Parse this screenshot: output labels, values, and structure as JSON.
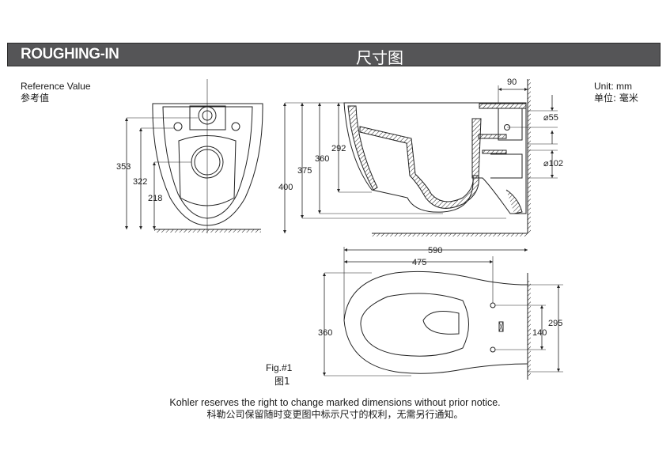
{
  "header": {
    "title": "ROUGHING-IN",
    "title_cn": "尺寸图",
    "background": "#555557"
  },
  "labels": {
    "reference_value": "Reference Value",
    "reference_value_cn": "参考值",
    "unit": "Unit: mm",
    "unit_cn": "单位: 毫米"
  },
  "front_view": {
    "dimensions": {
      "d353": "353",
      "d322": "322",
      "d218": "218"
    }
  },
  "side_view": {
    "dimensions": {
      "d90": "90",
      "d400": "400",
      "d375": "375",
      "d360": "360",
      "d292": "292",
      "d55": "⌀55",
      "d102": "⌀102"
    }
  },
  "top_view": {
    "dimensions": {
      "d590": "590",
      "d475": "475",
      "d360": "360",
      "d295": "295",
      "d140": "140"
    }
  },
  "figure": {
    "label": "Fig.#1",
    "label_cn": "图1"
  },
  "footer": {
    "notice": "Kohler reserves the right to change marked dimensions without prior notice.",
    "notice_cn": "科勒公司保留随时变更图中标示尺寸的权利，无需另行通知。"
  }
}
